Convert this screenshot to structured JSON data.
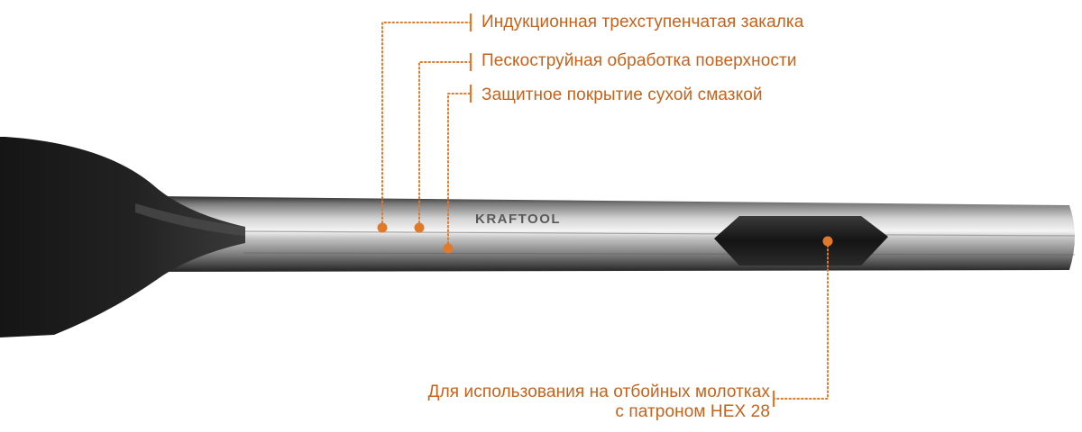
{
  "brand_on_tool": "KRAFTOOL",
  "accent_color": "#e07a2a",
  "callouts": {
    "top": [
      "Индукционная трехступенчатая закалка",
      "Пескоструйная обработка поверхности",
      "Защитное покрытие сухой смазкой"
    ],
    "bottom": [
      "Для использования на отбойных молотках",
      "с патроном HEX 28"
    ]
  }
}
